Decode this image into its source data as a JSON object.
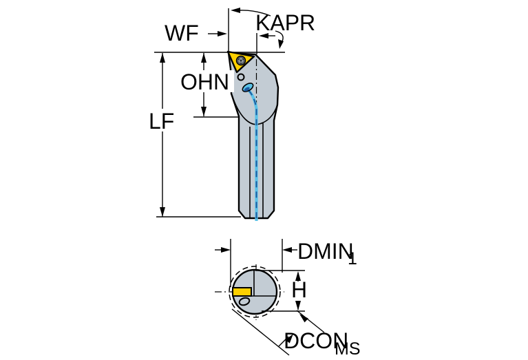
{
  "colors": {
    "background": "#ffffff",
    "body": "#c3ccd4",
    "insert": "#fdd000",
    "coolant": "#5bc2e7",
    "coolant_dark": "#1c5aa0",
    "line": "#000000"
  },
  "labels": {
    "kapr": "KAPR",
    "wf": "WF",
    "ohn": "OHN",
    "lf": "LF",
    "dmin": "DMIN",
    "dmin_sub": "1",
    "h": "H",
    "dcon": "DCON",
    "dcon_sub": "MS"
  }
}
